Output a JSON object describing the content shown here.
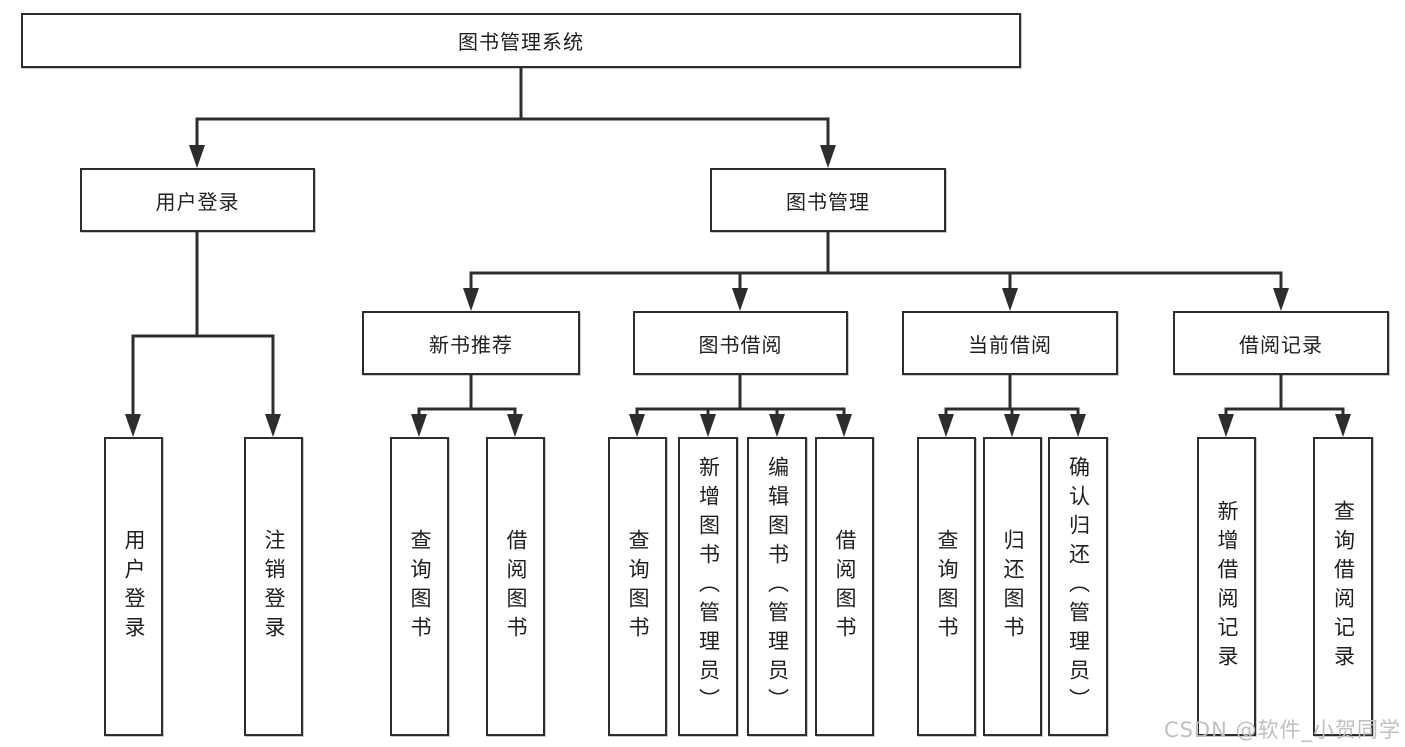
{
  "diagram": {
    "root": {
      "label": "图书管理系统"
    },
    "nodes": {
      "user_login": {
        "label": "用户登录",
        "children": [
          {
            "label": "用户登录"
          },
          {
            "label": "注销登录"
          }
        ]
      },
      "book_management": {
        "label": "图书管理",
        "children_groups": [
          "new_book_recommendation",
          "book_borrowing",
          "current_borrowing",
          "borrowing_records"
        ]
      },
      "new_book_recommendation": {
        "label": "新书推荐",
        "children": [
          {
            "label": "查询图书"
          },
          {
            "label": "借阅图书"
          }
        ]
      },
      "book_borrowing": {
        "label": "图书借阅",
        "children": [
          {
            "label": "查询图书"
          },
          {
            "label": "新增图书（管理员）"
          },
          {
            "label": "编辑图书（管理员）"
          },
          {
            "label": "借阅图书"
          }
        ]
      },
      "current_borrowing": {
        "label": "当前借阅",
        "children": [
          {
            "label": "查询图书"
          },
          {
            "label": "归还图书"
          },
          {
            "label": "确认归还（管理员）"
          }
        ]
      },
      "borrowing_records": {
        "label": "借阅记录",
        "children": [
          {
            "label": "新增借阅记录"
          },
          {
            "label": "查询借阅记录"
          }
        ]
      }
    },
    "watermark": {
      "text": "CSDN @软件_小贺同学"
    },
    "colors": {
      "line": "#2d2d2d",
      "text": "#1f1f1f",
      "background": "#ffffff",
      "watermark_text": "#bfbfbf"
    }
  }
}
